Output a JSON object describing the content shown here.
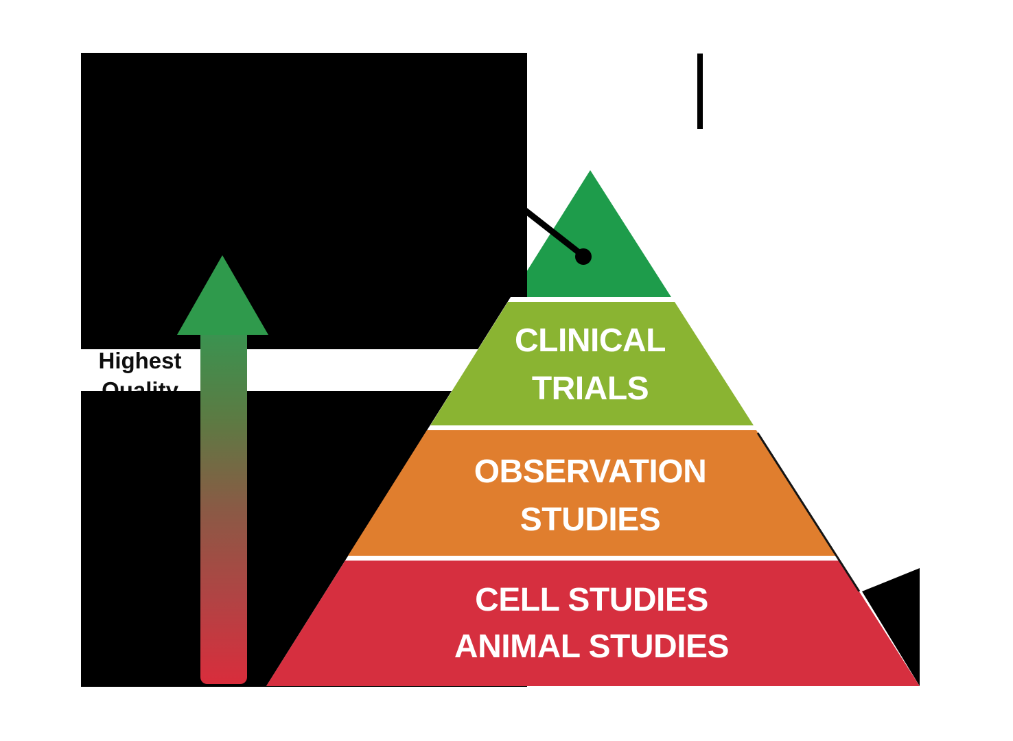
{
  "quality_axis": {
    "line1": "Highest",
    "line2": "Quality"
  },
  "pyramid": {
    "clinical": {
      "line1": "CLINICAL",
      "line2": "TRIALS"
    },
    "observation": {
      "line1": "OBSERVATION",
      "line2": "STUDIES"
    },
    "cell_animal": {
      "line1": "CELL STUDIES",
      "line2": "ANIMAL STUDIES"
    }
  },
  "colors": {
    "top_green": "#1e9c4b",
    "clinical_green": "#8ab432",
    "observation_orange": "#e07e2e",
    "cell_red": "#d62f3f",
    "arrow_head_green": "#2f9a4c",
    "redaction_black": "#000000",
    "separator_white": "#ffffff"
  }
}
